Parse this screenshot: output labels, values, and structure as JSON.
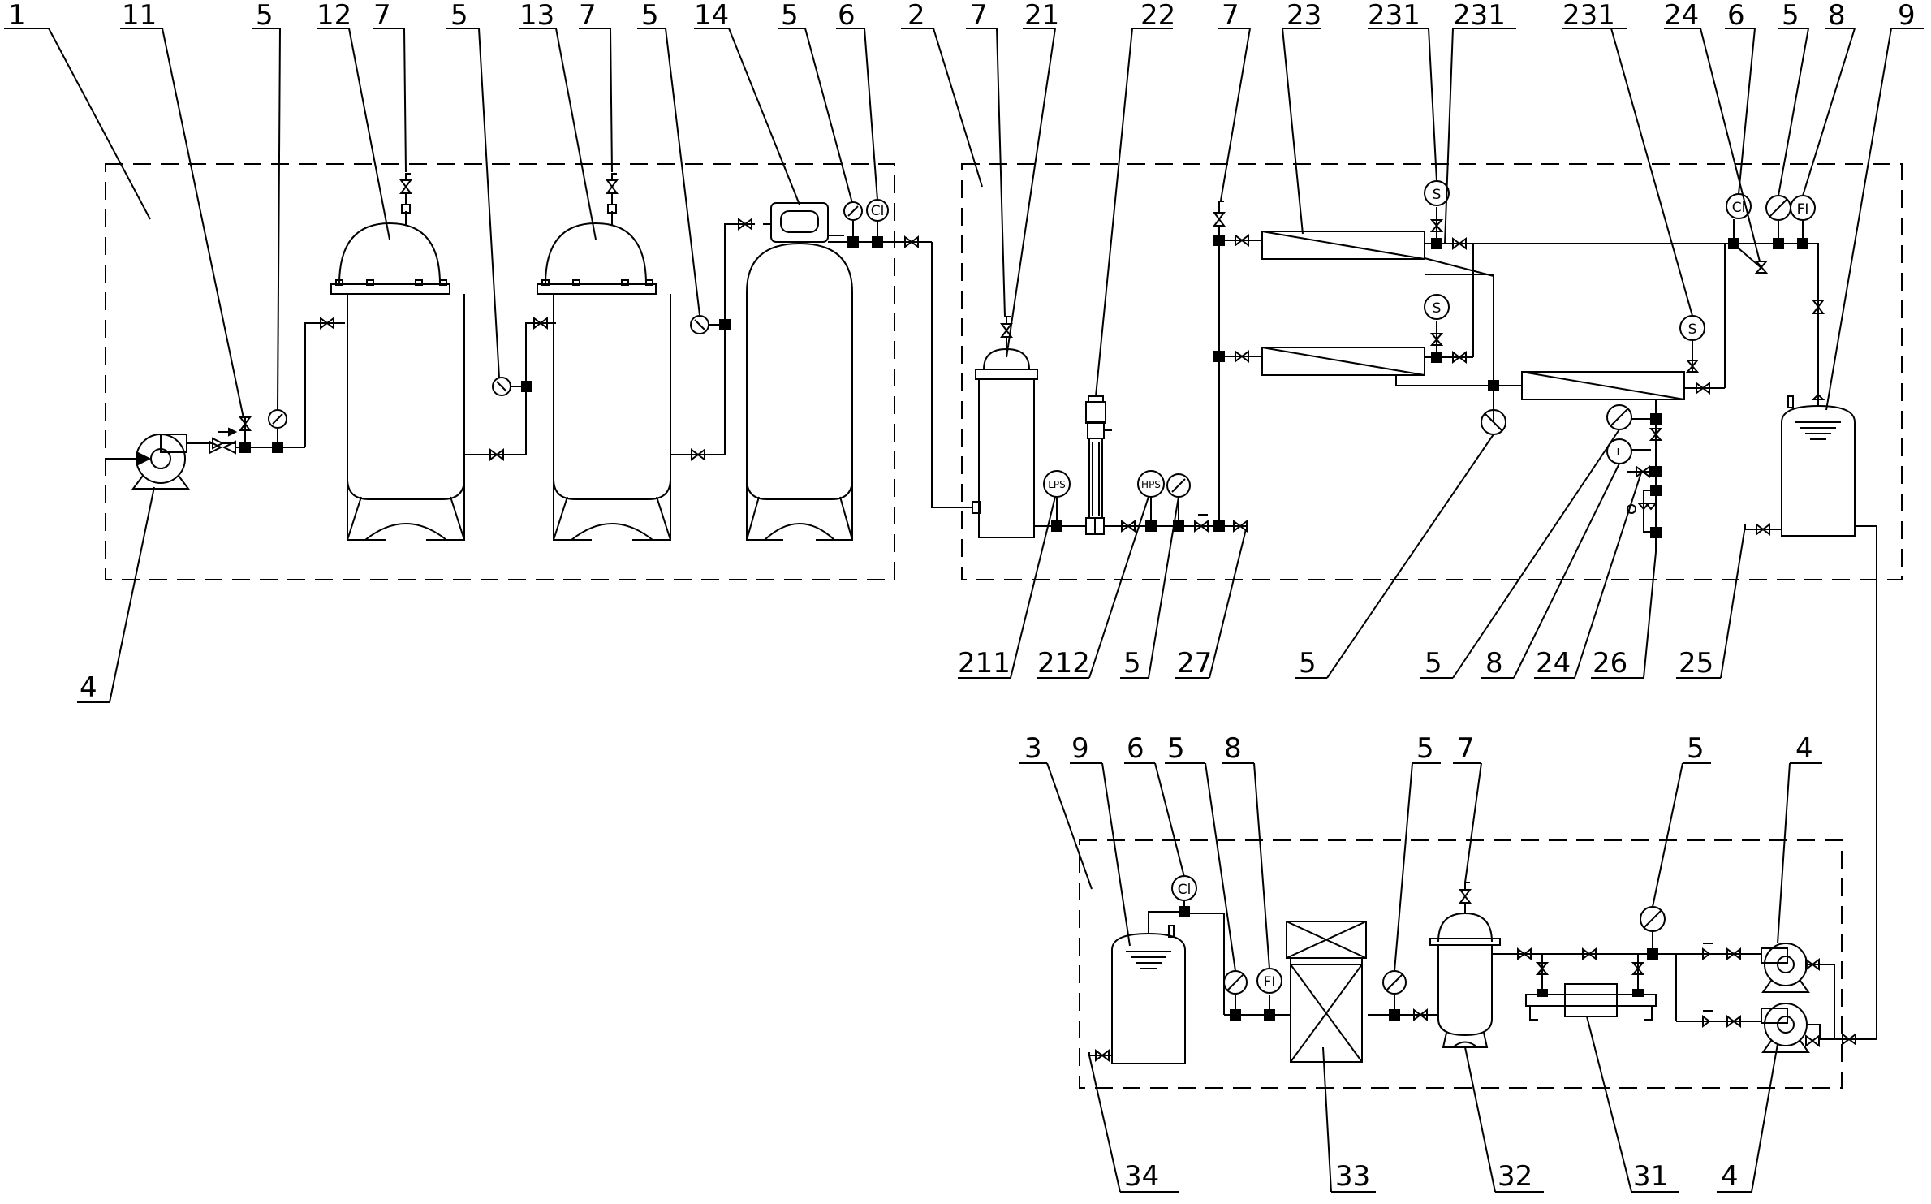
{
  "callouts": {
    "top": [
      "1",
      "11",
      "5",
      "12",
      "7",
      "5",
      "13",
      "7",
      "5",
      "14",
      "5",
      "6",
      "2",
      "7",
      "21",
      "22",
      "7",
      "23",
      "231",
      "231",
      "231",
      "24",
      "6",
      "5",
      "8",
      "9"
    ],
    "middle": [
      "4",
      "211",
      "212",
      "5",
      "27",
      "5",
      "5",
      "8",
      "24",
      "26",
      "25"
    ],
    "lower_top": [
      "3",
      "9",
      "6",
      "5",
      "8",
      "5",
      "7",
      "5",
      "4"
    ],
    "bottom": [
      "34",
      "33",
      "32",
      "31",
      "4"
    ]
  },
  "instrument_symbols": {
    "chlorine": "Cl",
    "flow": "FI",
    "salinity": "S",
    "low_pressure_switch": "LPS",
    "high_pressure_switch": "HPS",
    "level": "L"
  },
  "icons": [
    "pump-icon",
    "valve-icon",
    "gauge-icon",
    "filter-tank-icon",
    "membrane-icon",
    "water-tank-icon",
    "uv-sterilizer-icon",
    "cartridge-filter-icon",
    "vent-valve-icon"
  ],
  "colors": {
    "line": "#000000",
    "background": "#ffffff"
  }
}
